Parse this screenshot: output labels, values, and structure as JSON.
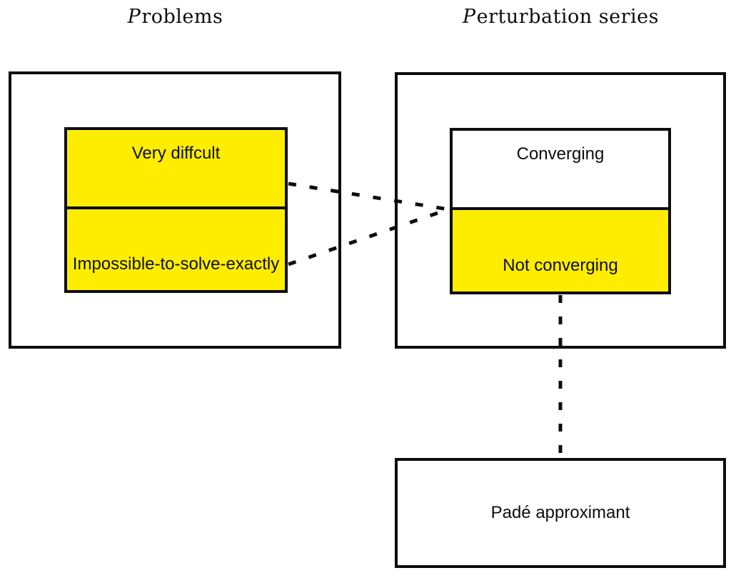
{
  "titles": {
    "left": {
      "lead": "P",
      "rest": "roblems"
    },
    "right": {
      "lead": "P",
      "rest": "erturbation series"
    }
  },
  "problems_box": {
    "top_cell": "Very diffcult",
    "bottom_cell": "Impossible-to-solve-exactly"
  },
  "series_box": {
    "top_cell": "Converging",
    "bottom_cell": "Not converging"
  },
  "pade_box": {
    "label": "Padé approximant"
  },
  "colors": {
    "highlight_yellow": "#ffed00",
    "line_black": "#0d0d0d",
    "background": "#ffffff"
  }
}
